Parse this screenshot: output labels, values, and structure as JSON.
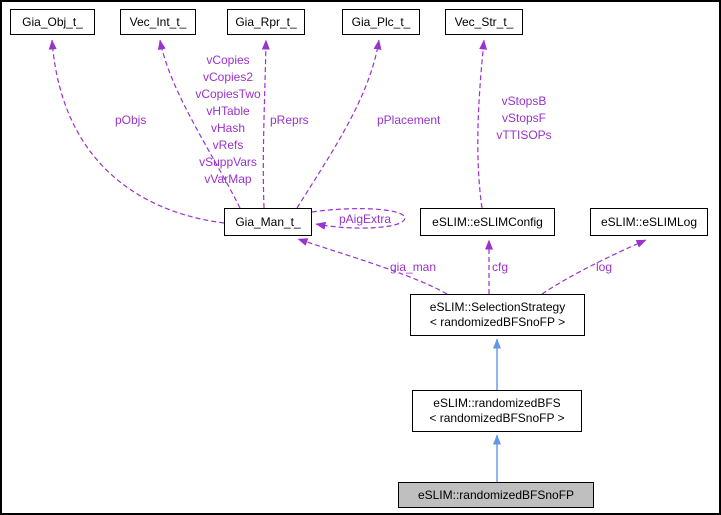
{
  "diagram": {
    "nodes": {
      "gia_obj": {
        "label": "Gia_Obj_t_"
      },
      "vec_int": {
        "label": "Vec_Int_t_"
      },
      "gia_rpr": {
        "label": "Gia_Rpr_t_"
      },
      "gia_plc": {
        "label": "Gia_Plc_t_"
      },
      "vec_str": {
        "label": "Vec_Str_t_"
      },
      "gia_man": {
        "label": "Gia_Man_t_"
      },
      "eslim_config": {
        "label": "eSLIM::eSLIMConfig"
      },
      "eslim_log": {
        "label": "eSLIM::eSLIMLog"
      },
      "selection_strategy": {
        "label": "eSLIM::SelectionStrategy\n< randomizedBFSnoFP >"
      },
      "randomized_bfs": {
        "label": "eSLIM::randomizedBFS\n< randomizedBFSnoFP >"
      },
      "randomized_bfs_nofp": {
        "label": "eSLIM::randomizedBFSnoFP"
      }
    },
    "edge_labels": {
      "pobjs": "pObjs",
      "vec_int_members": "vCopies\nvCopies2\nvCopiesTwo\nvHTable\nvHash\nvRefs\nvSuppVars\nvVarMap",
      "preprs": "pReprs",
      "pplacement": "pPlacement",
      "vec_str_members": "vStopsB\nvStopsF\nvTTISOPs",
      "paigextra": "pAigExtra",
      "gia_man": "gia_man",
      "cfg": "cfg",
      "log": "log"
    },
    "colors": {
      "member_edge": "#9a32cd",
      "inheritance_edge": "#6495ed",
      "current_node_fill": "#bfbfbf"
    }
  }
}
